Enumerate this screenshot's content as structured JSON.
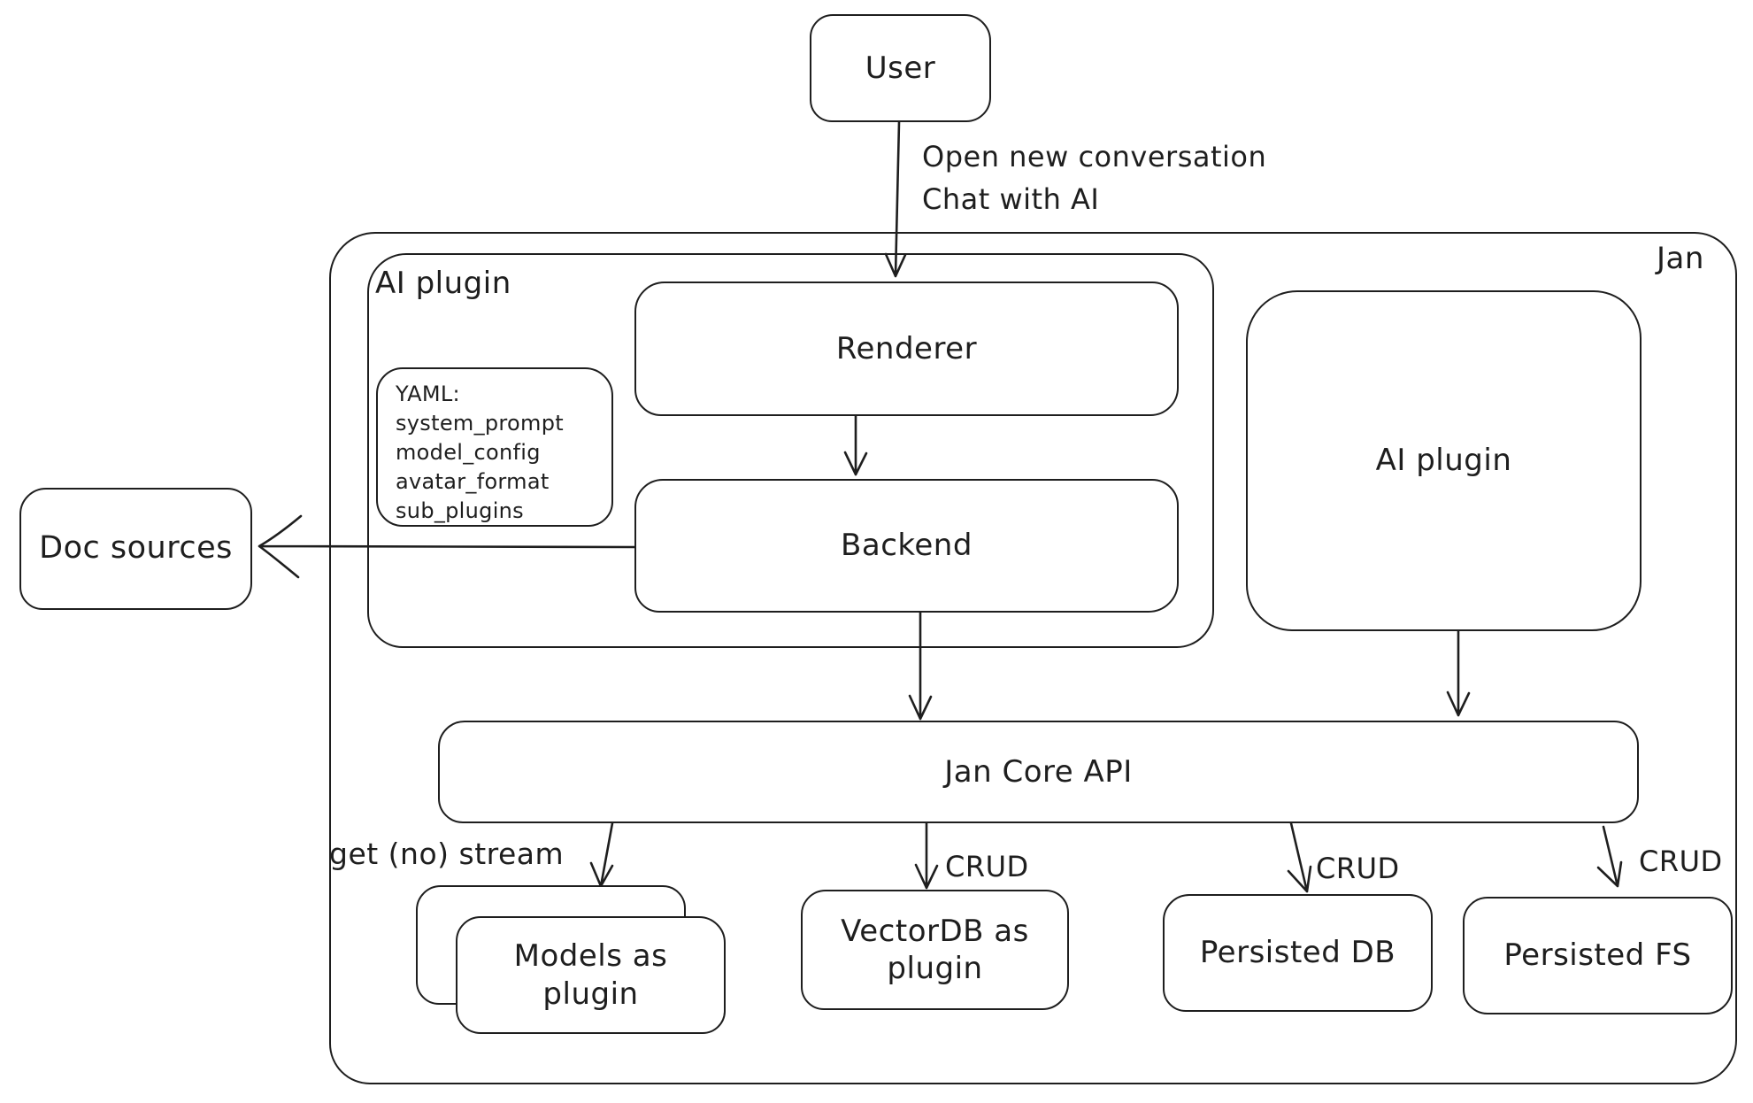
{
  "nodes": {
    "user": {
      "label": "User"
    },
    "jan": {
      "label": "Jan"
    },
    "ai_plugin_container": {
      "label": "AI plugin"
    },
    "renderer": {
      "label": "Renderer"
    },
    "backend": {
      "label": "Backend"
    },
    "yaml_note": {
      "lines": [
        "YAML:",
        "system_prompt",
        "model_config",
        "avatar_format",
        "sub_plugins"
      ]
    },
    "ai_plugin_right": {
      "label": "AI plugin"
    },
    "doc_sources": {
      "label": "Doc sources"
    },
    "jan_core_api": {
      "label": "Jan Core API"
    },
    "models_as_plugin": {
      "label": "Models as plugin"
    },
    "vectordb_as_plugin": {
      "label": "VectorDB as plugin"
    },
    "persisted_db": {
      "label": "Persisted DB"
    },
    "persisted_fs": {
      "label": "Persisted FS"
    }
  },
  "edge_labels": {
    "user_line1": "Open new conversation",
    "user_line2": "Chat with AI",
    "get_no_stream": "get (no) stream",
    "crud_vectordb": "CRUD",
    "crud_persisted_db": "CRUD",
    "crud_persisted_fs": "CRUD"
  },
  "colors": {
    "stroke": "#1e1e1e",
    "background": "#ffffff"
  }
}
